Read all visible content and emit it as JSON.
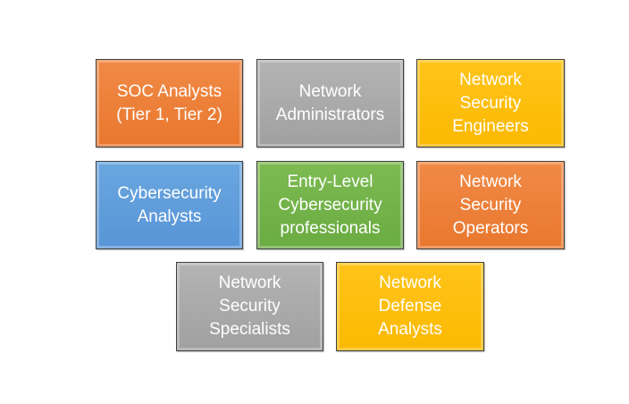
{
  "tiles": [
    {
      "label": "SOC Analysts\n(Tier 1, Tier 2)",
      "color": "#ED7D31"
    },
    {
      "label": "Network\nAdministrators",
      "color": "#A5A5A5"
    },
    {
      "label": "Network\nSecurity\nEngineers",
      "color": "#FFC000"
    },
    {
      "label": "Cybersecurity\nAnalysts",
      "color": "#5B9BD5"
    },
    {
      "label": "Entry-Level\nCybersecurity\nprofessionals",
      "color": "#70AD47"
    },
    {
      "label": "Network\nSecurity\nOperators",
      "color": "#ED7D31"
    },
    {
      "label": "Network\nSecurity\nSpecialists",
      "color": "#A5A5A5"
    },
    {
      "label": "Network\nDefense\nAnalysts",
      "color": "#FFC000"
    }
  ]
}
